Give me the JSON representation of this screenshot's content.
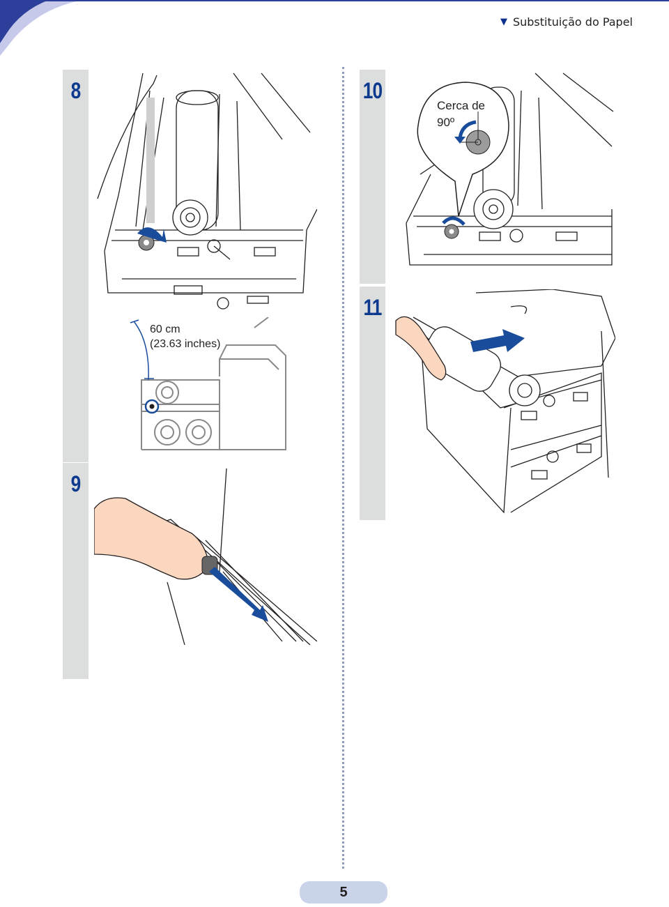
{
  "header": {
    "title": "Substituição do Papel",
    "bullet_icon": "triangle-down-icon"
  },
  "steps": [
    {
      "number": "8"
    },
    {
      "number": "9"
    },
    {
      "number": "10",
      "callout_line1": "Cerca de",
      "callout_line2": "90º"
    },
    {
      "number": "11"
    }
  ],
  "step8_dimension": {
    "line1": "60 cm",
    "line2": "(23.63 inches)"
  },
  "page_number": "5",
  "colors": {
    "accent_blue": "#0d3a8f",
    "arrow_blue": "#1a4c9c",
    "bar_gray": "#dcdddd",
    "skin": "#fbd7c0"
  }
}
